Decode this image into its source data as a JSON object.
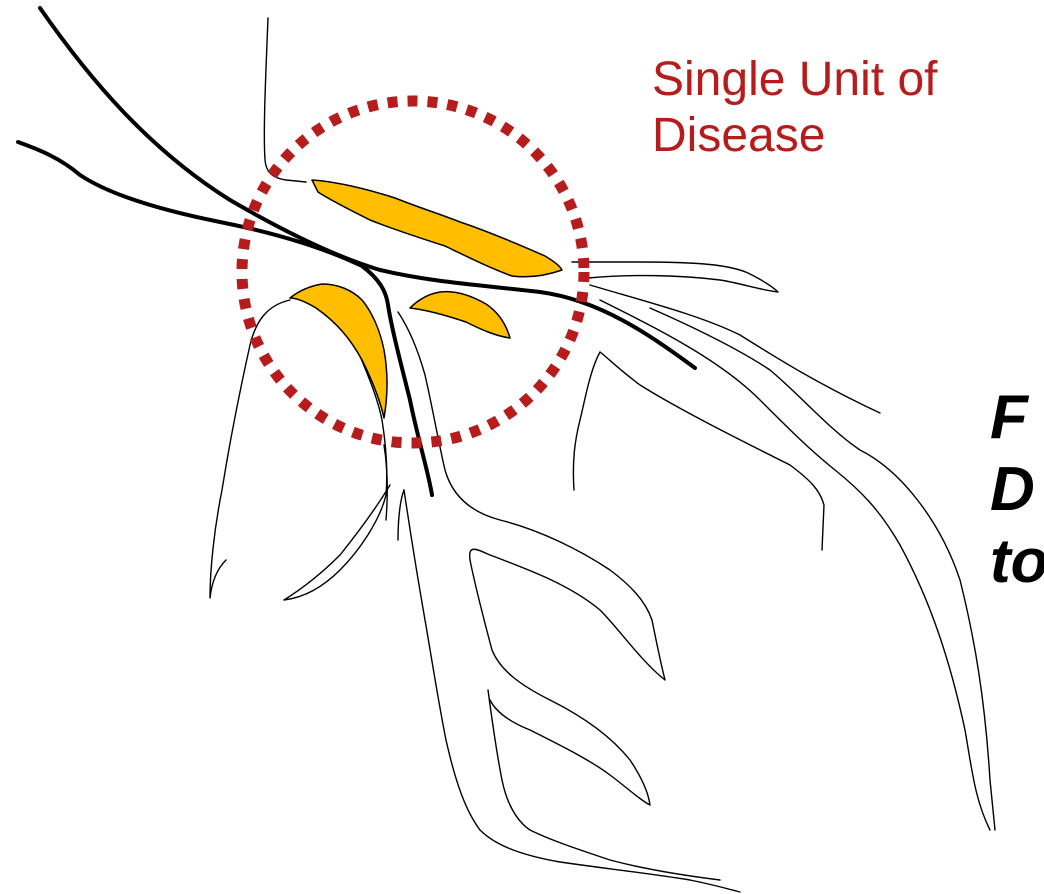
{
  "annotation": {
    "label": "Single Unit of Disease",
    "line1": "Single Unit of",
    "line2": "Disease"
  },
  "cropped_text": {
    "line1": "F",
    "line2": "D",
    "line3": "to"
  },
  "colors": {
    "annotation": "#b71c1c",
    "plaque_fill": "#ffbf00",
    "vessel_outline": "#000000",
    "guidewire": "#000000",
    "background": "#ffffff"
  }
}
